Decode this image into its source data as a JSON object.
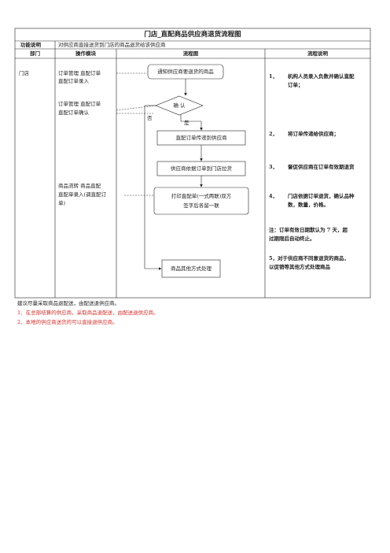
{
  "title": "门店_直配商品供应商退货流程图",
  "function_row": {
    "label": "功能说明",
    "text": "对供应商直接送货到门店的商品退货给该供应商"
  },
  "headers": {
    "dept": "部门",
    "module": "操作模块",
    "flow": "流程图",
    "desc": "流程说明"
  },
  "department": "门店",
  "modules": [
    {
      "line1": "订单管理  直配订单",
      "line2": "直配订单录入"
    },
    {
      "line1": "订单管理  直配订单",
      "line2": "直配订单确认"
    },
    {
      "line1": "商品流转  商品直配",
      "line2": "直配单录入(调直配订",
      "line3": "单)"
    }
  ],
  "flow": {
    "start": "通知供应商要退货的商品",
    "decision": "确  认",
    "yes": "是",
    "no": "否",
    "step1": "直配订单传递到供应商",
    "step2": "供应商依据订单到门店拉货",
    "step3_line1": "打印直配单(一式两联)双方",
    "step3_line2": "签字后各留一联",
    "other": "商品其他方式处理"
  },
  "desc": [
    {
      "num": "1，",
      "line1": "机构人员录入负数并确认直配",
      "line2": "订单；"
    },
    {
      "num": "2，",
      "line1": "将订单传递给供应商；"
    },
    {
      "num": "3，",
      "line1": "督促供应商在订单有效期退货"
    },
    {
      "num": "4，",
      "line1": "门店依据订单退货，确认品种",
      "line2": "数，数量，价格。"
    }
  ],
  "notes": {
    "note1_line1": "注：订单有效日期默认为 7 天，超",
    "note1_line2": "过期限后自动终止。",
    "note2_line1": "5，对于供应商不同意退货的商品，",
    "note2_line2": "以促销等其他方式处理商品"
  },
  "footer": {
    "line0": "建议尽量采取商品退配送，由配送退供应商。",
    "line1": "1、在总部结算的供应商，采取商品退配送，由配送退供应商。",
    "line2": "2、本地的供应商送货的可以直接退供应商。"
  },
  "colors": {
    "line": "#222222",
    "footer_red": "#d0312d"
  }
}
